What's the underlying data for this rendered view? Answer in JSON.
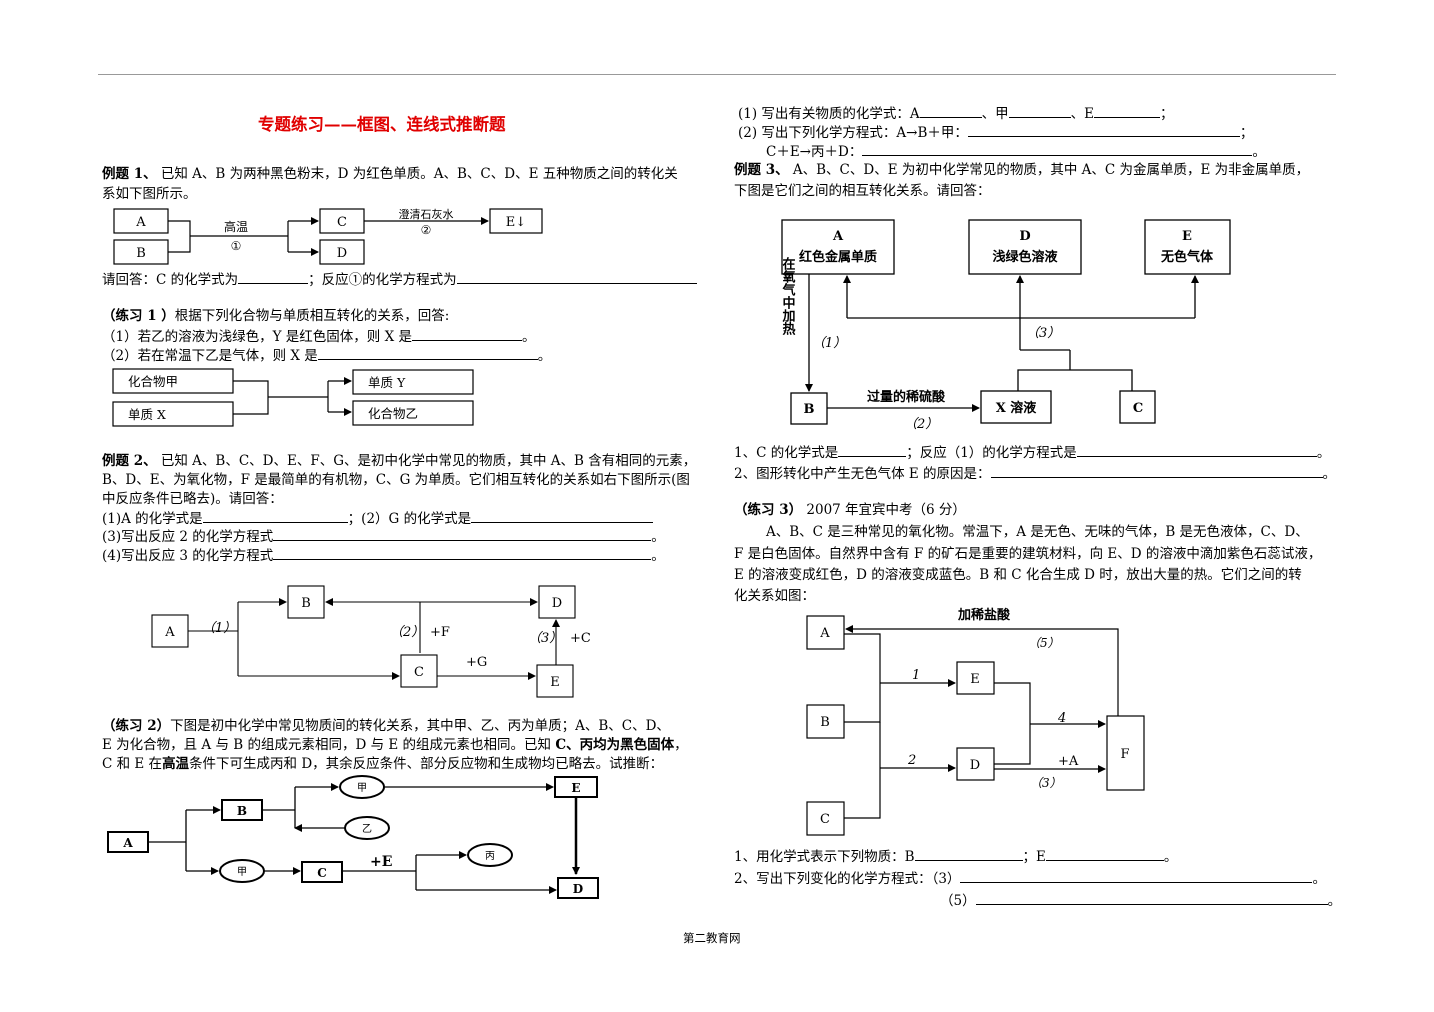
{
  "title": "专题练习——框图、连线式推断题",
  "footer": "第二教育网",
  "ex1": {
    "head": "例题 1、",
    "text1": " 已知 A、B 为两种黑色粉末，D 为红色单质。A、B、C、D、E 五种物质之间的转化关",
    "text2": "系如下图所示。",
    "q_a": "请回答：C 的化学式为",
    "q_b": "；反应①的化学方程式为",
    "diagram": {
      "A": "A",
      "B": "B",
      "C": "C",
      "D": "D",
      "E": "E↓",
      "cond1": "高温",
      "num1": "①",
      "cond2": "澄清石灰水",
      "num2": "②"
    }
  },
  "prac1": {
    "head": "（练习 1 ）",
    "text": "根据下列化合物与单质相互转化的关系，回答:",
    "q1a": "（1）若乙的溶液为浅绿色，Y 是红色固体，则 X 是",
    "q1b": "。",
    "q2a": "（2）若在常温下乙是气体，则 X 是",
    "q2b": "。",
    "diagram": {
      "jia": "化合物甲",
      "x": "单质 X",
      "y": "单质 Y",
      "yi": "化合物乙"
    }
  },
  "ex2": {
    "head": "例题 2、",
    "l1": " 已知 A、B、C、D、E、F、G、是初中化学中常见的物质，其中 A、B 含有相同的元素，",
    "l2": "B、D、E、为氧化物，F 是最简单的有机物，C、G 为单质。它们相互转化的关系如右下图所示(图",
    "l3": "中反应条件已略去)。请回答：",
    "q1a": "(1)A 的化学式是",
    "q1b": "；(2）G 的化学式是",
    "q3": "(3)写出反应 2 的化学方程式",
    "q4": "(4)写出反应 3 的化学方程式",
    "end": "。",
    "diagram": {
      "A": "A",
      "B": "B",
      "C": "C",
      "D": "D",
      "E": "E",
      "r1": "（1）",
      "r2": "（2）",
      "r3": "（3）",
      "F": "+F",
      "G": "+G",
      "Cp": "+C"
    }
  },
  "prac2": {
    "head": "（练习 2）",
    "l1": "下图是初中化学中常见物质间的转化关系，其中甲、乙、丙为单质；A、B、C、D、",
    "l2a": "E 为化合物，且 A 与 B 的组成元素相同，D 与 E 的组成元素也相同。已知 ",
    "l2b": "C、丙均为黑色固体",
    "l2c": "，",
    "l3a": "C 和 E 在",
    "l3b": "高温",
    "l3c": "条件下可生成丙和 D，其余反应条件、部分反应物和生成物均已略去。试推断：",
    "diagram": {
      "A": "A",
      "B": "B",
      "C": "C",
      "D": "D",
      "E": "E",
      "jia": "甲",
      "yi": "乙",
      "bing": "丙",
      "E_plus": "+E"
    }
  },
  "right_top": {
    "q1a": "(1) 写出有关物质的化学式：A",
    "q1b": "、甲",
    "q1c": "、E",
    "q1d": "；",
    "q2a": "(2) 写出下列化学方程式：A→B＋甲：",
    "q2b": "；",
    "q3a": "C＋E→丙＋D：",
    "q3b": "。"
  },
  "ex3": {
    "head": "例题 3、",
    "l1": " A、B、C、D、E 为初中化学常见的物质，其中 A、C 为金属单质，E 为非金属单质，",
    "l2": "下图是它们之间的相互转化关系。请回答：",
    "q1a": "1、C 的化学式是",
    "q1b": "；反应（1）的化学方程式是",
    "q2a": "2、图形转化中产生无色气体 E 的原因是：",
    "end": "。",
    "diagram": {
      "A": "A",
      "A_sub": "红色金属单质",
      "D": "D",
      "D_sub": "浅绿色溶液",
      "E": "E",
      "E_sub": "无色气体",
      "B": "B",
      "X": "X 溶液",
      "C": "C",
      "heat": "在氧气中加热",
      "r1": "（1）",
      "acid": "过量的稀硫酸",
      "r2": "（2）",
      "r3": "（3）"
    }
  },
  "prac3": {
    "head": "（练习 3）",
    "source": " 2007 年宜宾中考（6 分）",
    "l1": "A、B、C 是三种常见的氧化物。常温下，A 是无色、无味的气体，B 是无色液体，C、D、",
    "l2": "F 是白色固体。自然界中含有 F 的矿石是重要的建筑材料，向 E、D 的溶液中滴加紫色石蕊试液，",
    "l3": "E 的溶液变成红色，D 的溶液变成蓝色。B 和 C 化合生成 D 时，放出大量的热。它们之间的转",
    "l4": "化关系如图：",
    "q1a": "1、用化学式表示下列物质：B",
    "q1b": "；E",
    "q1c": "。",
    "q2a": "2、写出下列变化的化学方程式：（3）",
    "q2b": "（5）",
    "end": "。",
    "diagram": {
      "A": "A",
      "B": "B",
      "C": "C",
      "D": "D",
      "E": "E",
      "F": "F",
      "acid": "加稀盐酸",
      "r5": "（5）",
      "n1": "1",
      "n2": "2",
      "n4": "4",
      "plusA": "+A",
      "r3": "（3）"
    }
  }
}
